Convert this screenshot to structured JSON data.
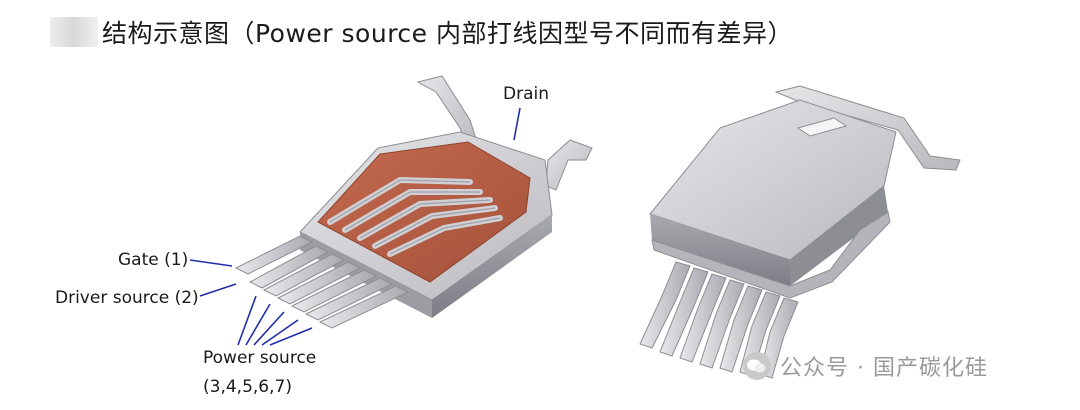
{
  "title": "结构示意图（Power source  内部打线因型号不同而有差异）",
  "labels": {
    "drain": "Drain",
    "gate": "Gate (1)",
    "driver_source": "Driver source (2)",
    "power_source": "Power source",
    "power_source_pins": "(3,4,5,6,7)"
  },
  "watermark": "公众号 · 国产碳化硅",
  "colors": {
    "die": "#b75e44",
    "metal_light": "#d9d9dd",
    "metal_mid": "#b9b9bf",
    "metal_dark": "#8f8f96",
    "pointer": "#1f2fa8"
  }
}
